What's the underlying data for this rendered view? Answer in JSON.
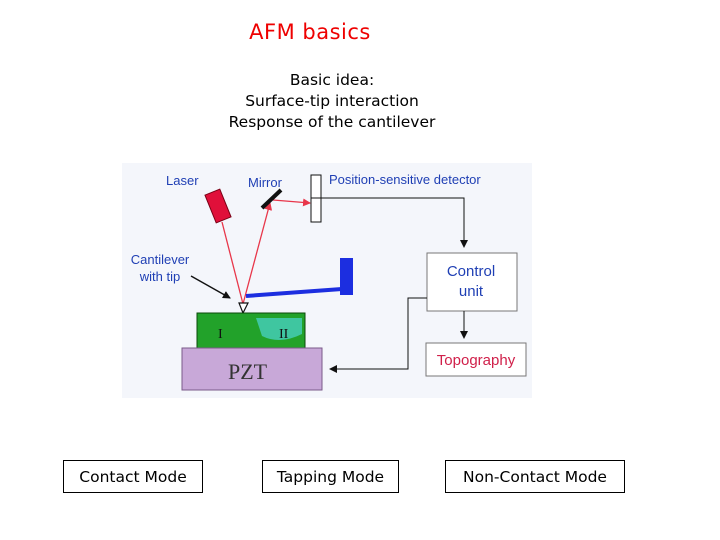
{
  "title": "AFM basics",
  "subtitle": {
    "line1": "Basic idea:",
    "line2": "Surface-tip interaction",
    "line3": "Response of the cantilever"
  },
  "diagram": {
    "laser": "Laser",
    "mirror": "Mirror",
    "detector": "Position-sensitive detector",
    "cantilever_line1": "Cantilever",
    "cantilever_line2": "with tip",
    "control_line1": "Control",
    "control_line2": "unit",
    "topography": "Topography",
    "pzt": "PZT",
    "region_1": "I",
    "region_2": "II"
  },
  "modes": [
    "Contact Mode",
    "Tapping Mode",
    "Non-Contact Mode"
  ],
  "colors": {
    "title": "#ee0000",
    "labels": "#1f3fb4",
    "laser": "#e0103a",
    "beam": "#e8364a",
    "sample": "#22a22a",
    "region_2": "#3fc6a0",
    "pzt": "#c8a8d8",
    "cantilever": "#1c2ee0",
    "topography_text": "#d0204a"
  }
}
